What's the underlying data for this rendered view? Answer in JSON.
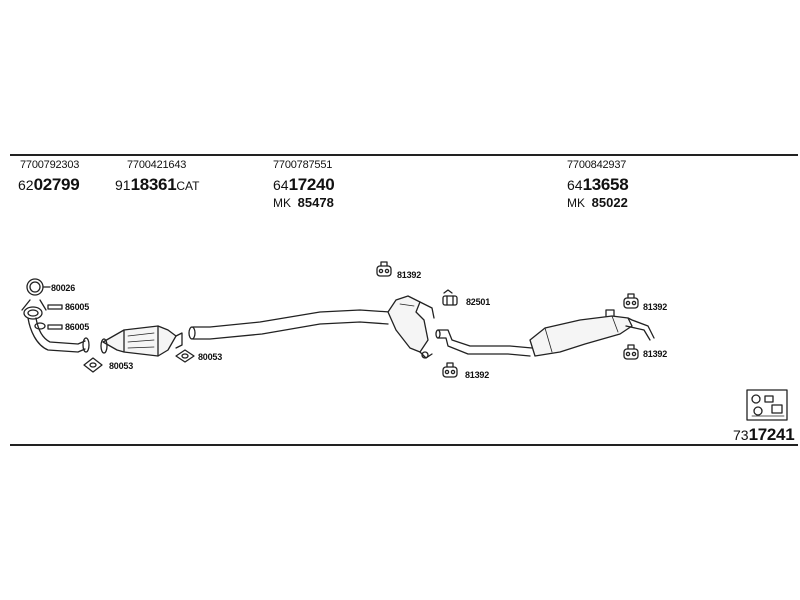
{
  "header_parts": [
    {
      "oem": "7700792303",
      "prefix": "62",
      "number": "02799",
      "suffix": ""
    },
    {
      "oem": "7700421643",
      "prefix": "91",
      "number": "18361",
      "suffix": "CAT"
    },
    {
      "oem": "7700787551",
      "prefix": "64",
      "number": "17240",
      "suffix": "",
      "mk_prefix": "MK",
      "mk_number": "85478"
    },
    {
      "oem": "7700842937",
      "prefix": "64",
      "number": "13658",
      "suffix": "",
      "mk_prefix": "MK",
      "mk_number": "85022"
    }
  ],
  "labels": {
    "gasket_ring": "80026",
    "bolt_1": "86005",
    "bolt_2": "86005",
    "gasket_front": "80053",
    "gasket_mid": "80053",
    "mount_top": "81392",
    "clamp": "82501",
    "mount_mid": "81392",
    "mount_rear_top": "81392",
    "mount_rear_bottom": "81392"
  },
  "kit": {
    "prefix": "73",
    "number": "17241"
  }
}
